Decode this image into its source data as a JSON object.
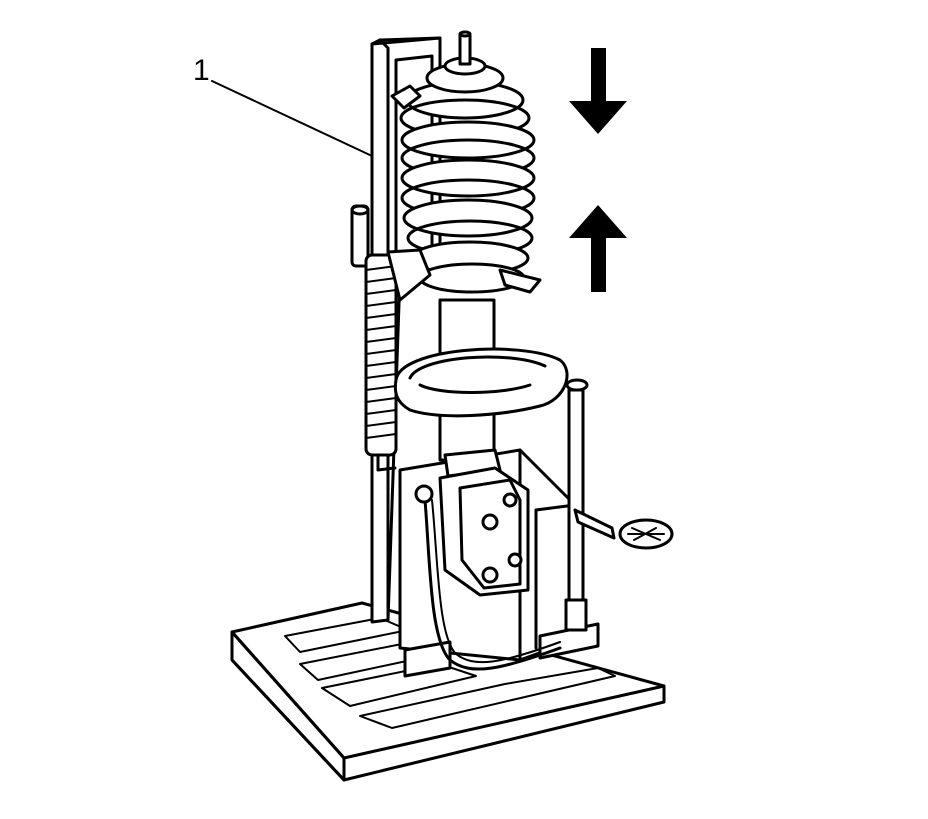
{
  "callouts": [
    {
      "number": "1",
      "target": "strut-compressor-tool"
    }
  ],
  "arrows": [
    {
      "direction": "down",
      "meaning": "compress"
    },
    {
      "direction": "up",
      "meaning": "compress"
    }
  ],
  "colors": {
    "line": "#000000",
    "fill": "#ffffff"
  }
}
